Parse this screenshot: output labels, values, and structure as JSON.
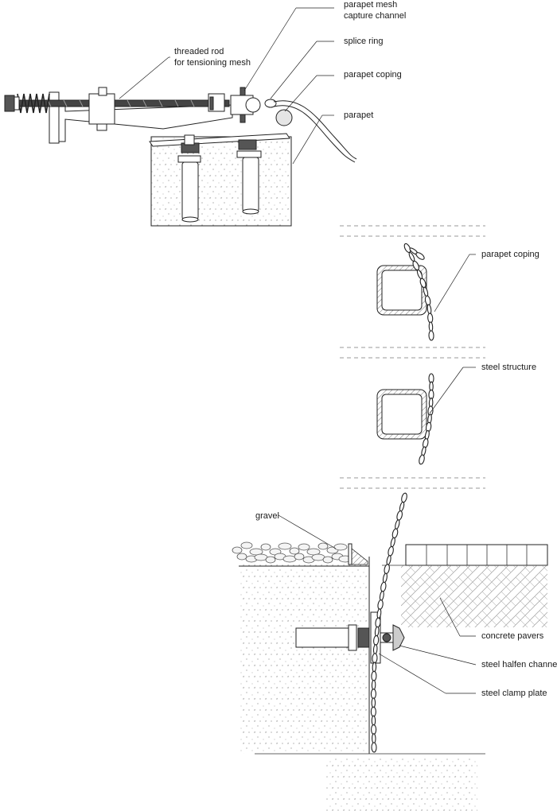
{
  "labels": {
    "capture_channel_line1": "parapet mesh",
    "capture_channel_line2": "capture channel",
    "splice_ring": "splice ring",
    "coping_top": "parapet coping",
    "threaded_rod_line1": "threaded rod",
    "threaded_rod_line2": "for tensioning mesh",
    "parapet": "parapet",
    "coping_mid": "parapet coping",
    "steel_structure": "steel structure",
    "gravel": "gravel",
    "concrete_pavers": "concrete pavers",
    "halfen_channel": "steel halfen channel",
    "clamp_plate": "steel clamp plate"
  },
  "colors": {
    "line": "#222222",
    "fill_grey": "#d9d9d9",
    "paper": "#ffffff"
  }
}
